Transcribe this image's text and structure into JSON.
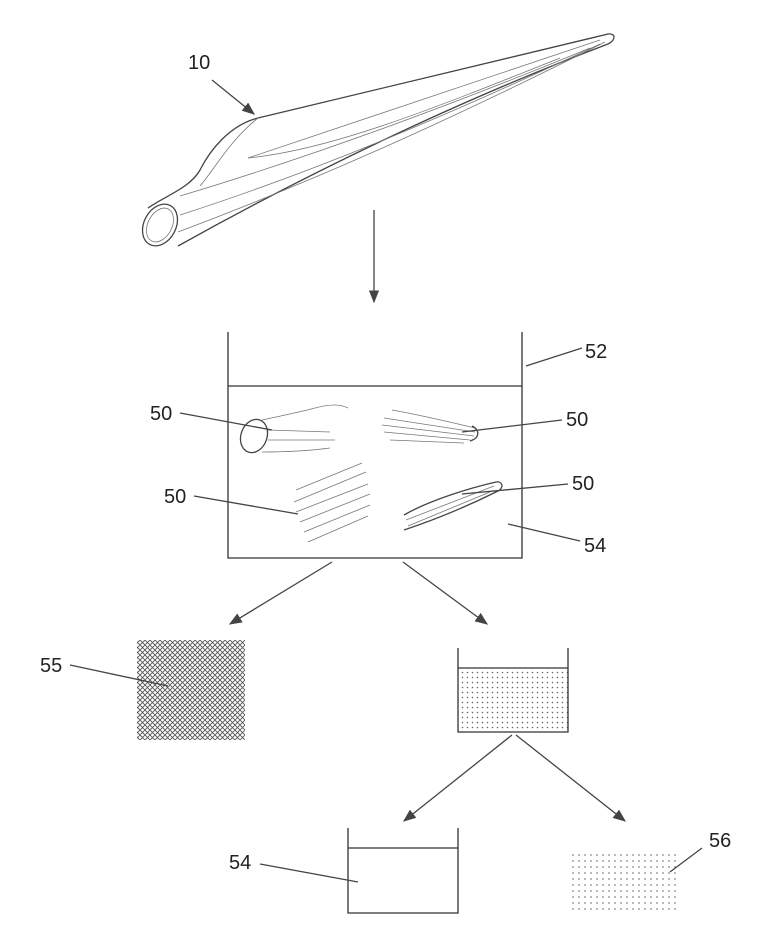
{
  "labels": {
    "blade": "10",
    "tank": "52",
    "fragment_1": "50",
    "fragment_2": "50",
    "fragment_3": "50",
    "fragment_4": "50",
    "liquid": "54",
    "solid_residue": "55",
    "recovered_liquid": "54",
    "precipitate": "56"
  },
  "colors": {
    "line": "#444444",
    "hatch": "#555555",
    "dots": "#666666"
  }
}
